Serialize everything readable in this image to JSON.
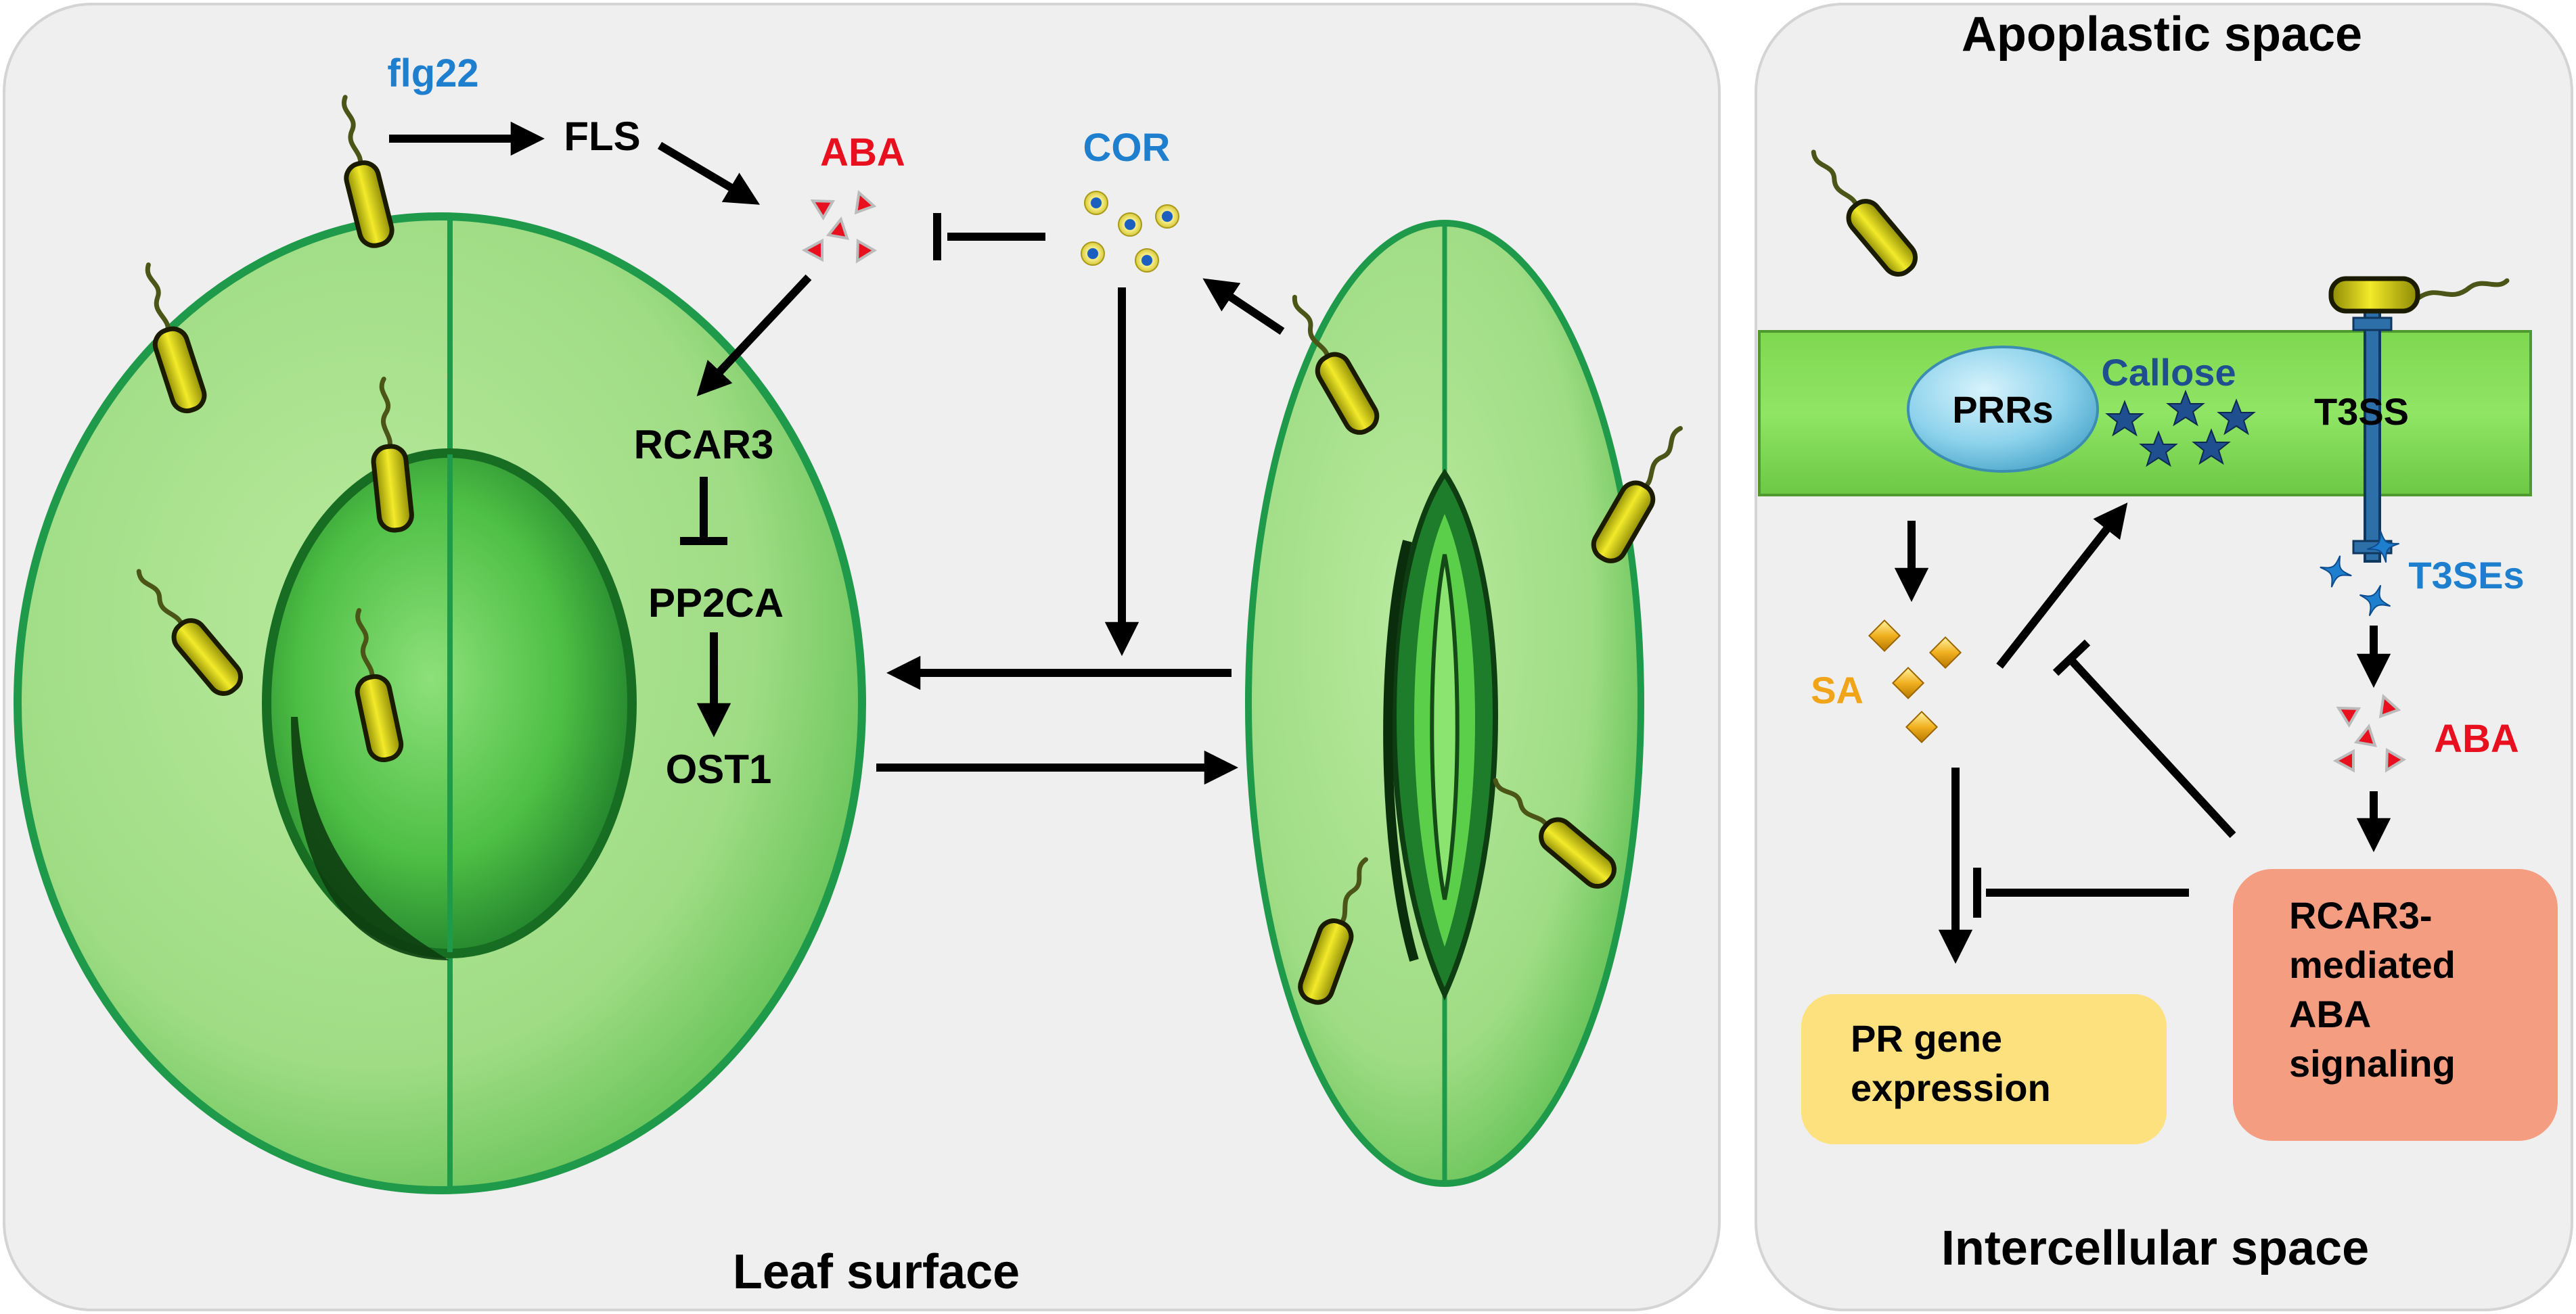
{
  "left_panel": {
    "caption": "Leaf surface",
    "labels": {
      "flg22": "flg22",
      "fls": "FLS",
      "aba": "ABA",
      "cor": "COR",
      "rcar3": "RCAR3",
      "pp2ca": "PP2CA",
      "ost1": "OST1"
    }
  },
  "right_panel": {
    "title_top": "Apoplastic space",
    "title_bottom": "Intercellular space",
    "labels": {
      "prrs": "PRRs",
      "callose": "Callose",
      "t3ss": "T3SS",
      "t3ses": "T3SEs",
      "sa": "SA",
      "aba": "ABA"
    },
    "pr_box": [
      "PR gene",
      "expression"
    ],
    "rcar3_box": [
      "RCAR3-",
      "mediated",
      "ABA",
      "signaling"
    ]
  },
  "colors": {
    "panel_bg": "#efefef",
    "panel_border": "#cfcfcf",
    "cell_green": "#a6df8a",
    "cell_edge": "#1f9a4a",
    "membrane_green": "#86e05a",
    "blue_label": "#1f7fcf",
    "red_label": "#e8101e",
    "orange_label": "#f0a418",
    "pr_box": "#fde17e",
    "rcar3_box": "#f59d80",
    "prr_ellipse": "#9fdcf0",
    "callose_blue": "#1f4f8f",
    "bacterium_yellow": "#d8cf10"
  }
}
